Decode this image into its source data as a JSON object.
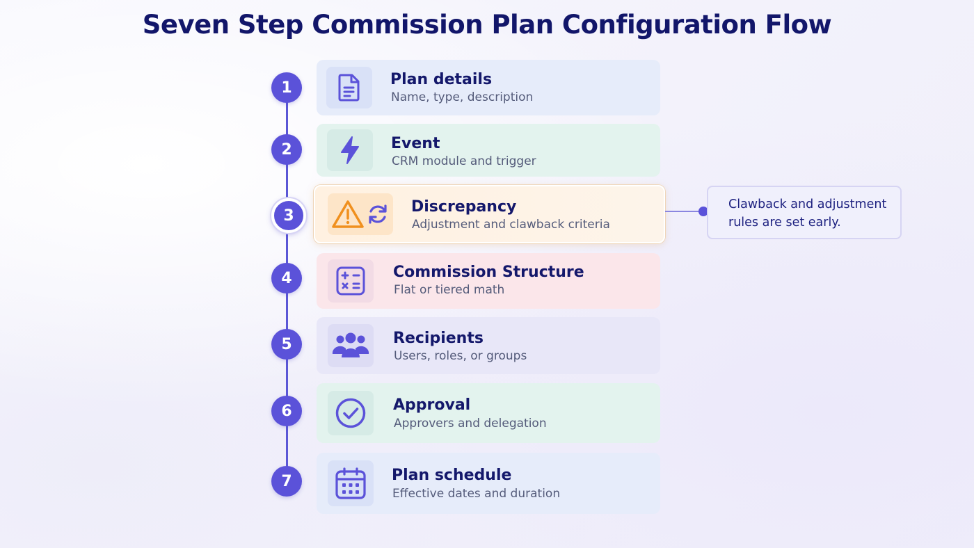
{
  "title": "Seven Step Commission Plan Configuration Flow",
  "steps": [
    {
      "number": "1",
      "title": "Plan details",
      "subtitle": "Name, type, description",
      "icon": "document-icon"
    },
    {
      "number": "2",
      "title": "Event",
      "subtitle": "CRM module and trigger",
      "icon": "lightning-icon"
    },
    {
      "number": "3",
      "title": "Discrepancy",
      "subtitle": "Adjustment and clawback criteria",
      "icon": "warning-icon",
      "icon2": "refresh-icon",
      "highlighted": true
    },
    {
      "number": "4",
      "title": "Commission Structure",
      "subtitle": "Flat or tiered math",
      "icon": "calculator-icon"
    },
    {
      "number": "5",
      "title": "Recipients",
      "subtitle": "Users, roles, or groups",
      "icon": "people-icon"
    },
    {
      "number": "6",
      "title": "Approval",
      "subtitle": "Approvers and delegation",
      "icon": "checkmark-circle-icon"
    },
    {
      "number": "7",
      "title": "Plan schedule",
      "subtitle": "Effective dates and duration",
      "icon": "calendar-icon"
    }
  ],
  "callout": {
    "line1": "Clawback and adjustment",
    "line2": "rules are set early."
  },
  "colors": {
    "accent": "#5b52d9",
    "title_text": "#12166a",
    "card_1": "#e6ecfa",
    "card_2": "#e3f3ee",
    "card_3": "#fff1e1",
    "card_4": "#fbe6ea",
    "card_5": "#e8e7f8",
    "card_6": "#e3f3ee",
    "card_7": "#e6ecfa",
    "warning": "#f0901e"
  }
}
